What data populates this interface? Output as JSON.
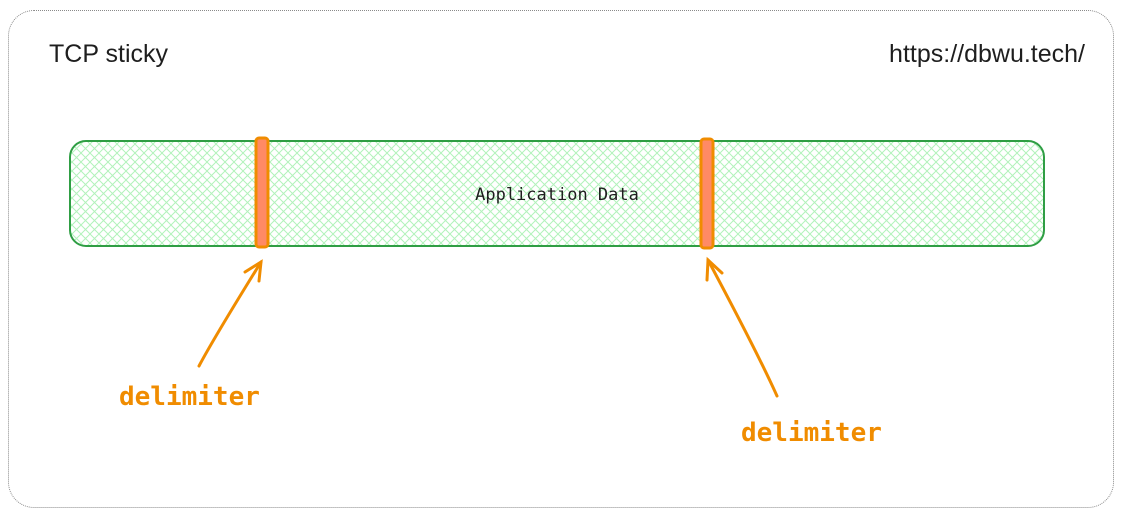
{
  "title": "TCP sticky",
  "url": "https://dbwu.tech/",
  "data_block": {
    "label": "Application Data"
  },
  "delimiters": [
    {
      "label": "delimiter"
    },
    {
      "label": "delimiter"
    }
  ],
  "colors": {
    "block_stroke": "#2f9e44",
    "block_hatch": "#b2f2bb",
    "delimiter_fill": "#ff8a65",
    "delimiter_stroke": "#f08c00",
    "arrow": "#f08c00",
    "delimiter_text": "#f08c00",
    "text": "#1e1e1e",
    "frame": "#8a8a8a"
  }
}
